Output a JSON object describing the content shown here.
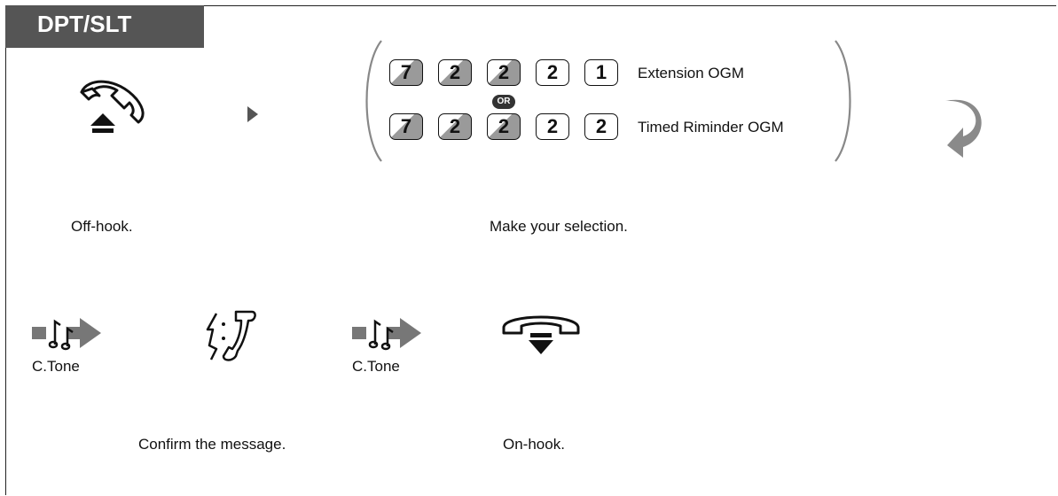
{
  "header": {
    "title": "DPT/SLT"
  },
  "step1": {
    "caption": "Off-hook."
  },
  "step2": {
    "caption": "Make your selection.",
    "option1": {
      "keys": [
        "7",
        "2",
        "2",
        "2",
        "1"
      ],
      "label": "Extension OGM"
    },
    "separator": "OR",
    "option2": {
      "keys": [
        "7",
        "2",
        "2",
        "2",
        "2"
      ],
      "label": "Timed Riminder OGM"
    }
  },
  "step3": {
    "tone_label": "C.Tone"
  },
  "step4": {
    "caption": "Confirm the message."
  },
  "step5": {
    "tone_label": "C.Tone"
  },
  "step6": {
    "caption": "On-hook."
  },
  "icons": {
    "off_hook": "handset-off-hook-icon",
    "arrow": "arrow-right-icon",
    "repeat": "repeat-arrow-icon",
    "tone": "confirmation-tone-icon",
    "talk": "talk-listen-icon",
    "on_hook": "handset-on-hook-icon"
  }
}
